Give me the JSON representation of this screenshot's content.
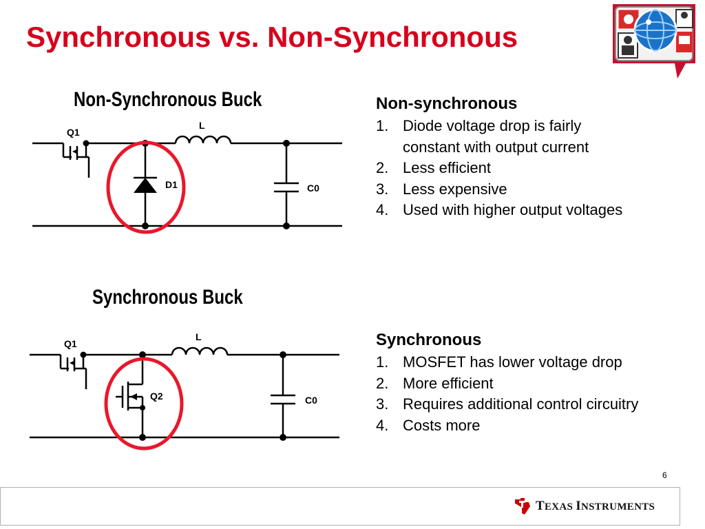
{
  "slide": {
    "title": "Synchronous vs. Non-Synchronous",
    "page_number": "6"
  },
  "non_sync": {
    "circuit_title": "Non-Synchronous Buck",
    "labels": {
      "switch": "Q1",
      "inductor": "L",
      "diode": "D1",
      "capacitor": "C0"
    },
    "heading": "Non-synchronous",
    "items": [
      {
        "num": "1.",
        "text": "Diode voltage drop is fairly\nconstant with output current"
      },
      {
        "num": "2.",
        "text": "Less efficient"
      },
      {
        "num": "3.",
        "text": "Less expensive"
      },
      {
        "num": "4.",
        "text": "Used with higher output voltages"
      }
    ]
  },
  "sync": {
    "circuit_title": "Synchronous Buck",
    "labels": {
      "switch": "Q1",
      "inductor": "L",
      "low_switch": "Q2",
      "capacitor": "C0"
    },
    "heading": "Synchronous",
    "items": [
      {
        "num": "1.",
        "text": "MOSFET has lower voltage drop"
      },
      {
        "num": "2.",
        "text": "More efficient"
      },
      {
        "num": "3.",
        "text": "Requires additional control circuitry"
      },
      {
        "num": "4.",
        "text": "Costs more"
      }
    ]
  },
  "footer": {
    "brand_first_initial": "T",
    "brand_first_rest": "EXAS",
    "brand_second_initial": "I",
    "brand_second_rest": "NSTRUMENTS",
    "icons": [
      "ti-logo-icon",
      "e2e-community-logo-icon"
    ]
  },
  "colors": {
    "title": "#d6001c",
    "highlight_circle": "#e8182c",
    "ti_red": "#cc0000",
    "globe_blue": "#1a73c8"
  }
}
